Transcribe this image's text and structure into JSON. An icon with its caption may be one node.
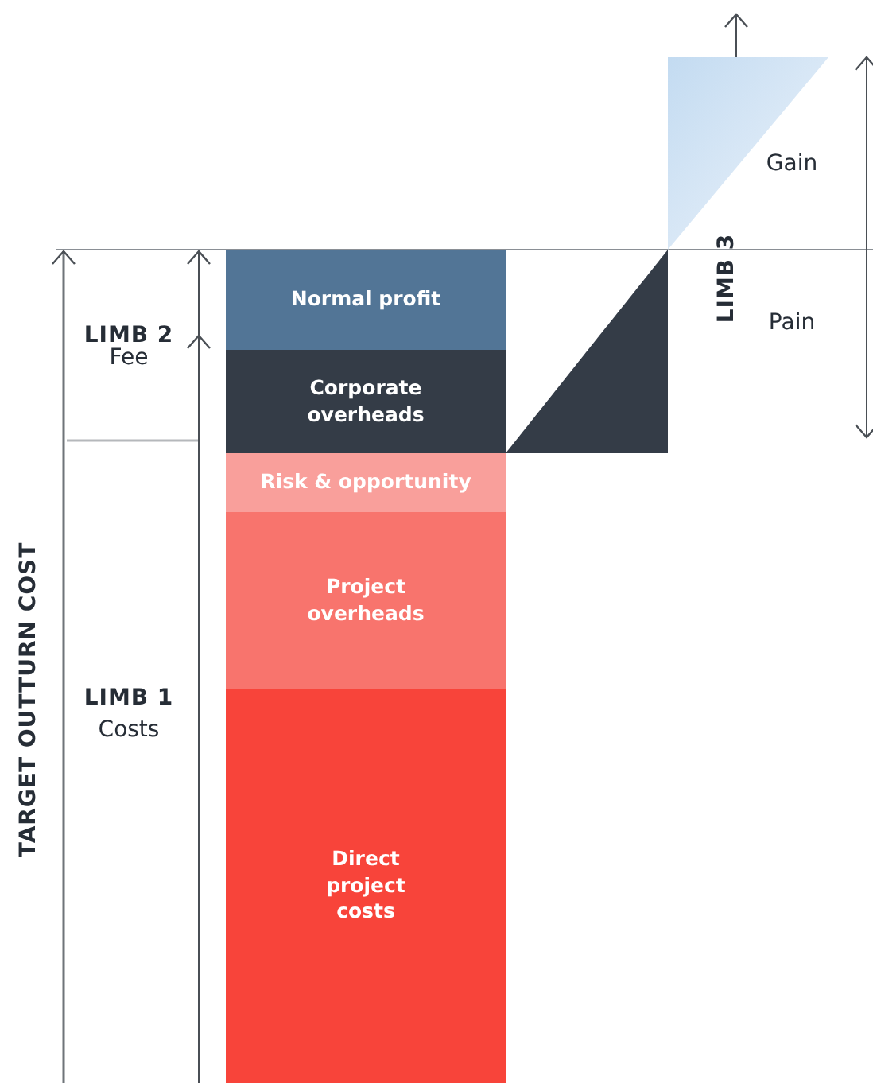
{
  "diagram": {
    "nodes": [
      {
        "text": [
          "Normal profit"
        ]
      },
      {
        "text": [
          "Corporate overheads"
        ]
      },
      {
        "text": [
          "Risk & opportunity"
        ]
      },
      {
        "text": [
          "Project overheads"
        ]
      },
      {
        "text": [
          "Direct project costs"
        ]
      }
    ],
    "labels": [
      "LIMB 2",
      "Fee",
      "TARGET OUTTURN COST",
      "LIMB 1",
      "Costs",
      "Gain",
      "LIMB 3",
      "Pain"
    ]
  }
}
